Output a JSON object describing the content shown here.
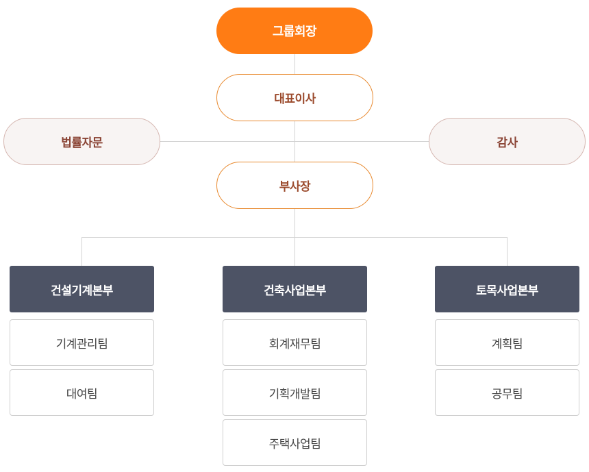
{
  "chairman": "그룹회장",
  "ceo": "대표이사",
  "legal": "법률자문",
  "audit": "감사",
  "vice_president": "부사장",
  "divisions": [
    {
      "name": "건설기계본부",
      "teams": [
        "기계관리팀",
        "대여팀"
      ]
    },
    {
      "name": "건축사업본부",
      "teams": [
        "회계재무팀",
        "기획개발팀",
        "주택사업팀"
      ]
    },
    {
      "name": "토목사업본부",
      "teams": [
        "계획팀",
        "공무팀"
      ]
    }
  ],
  "colors": {
    "chairman_fill": "#ff7c14",
    "ceo_border": "#e8892e",
    "side_fill": "#f8f4f3",
    "division_fill": "#4d5365",
    "connector": "#d2d2d2"
  }
}
